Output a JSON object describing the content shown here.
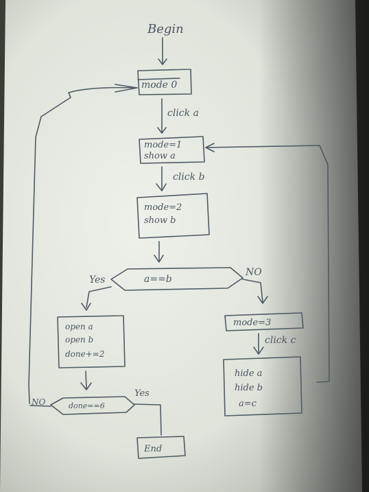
{
  "nodes": {
    "begin": "Begin",
    "mode0": "mode 0",
    "mode1_line1": "mode=1",
    "mode1_line2": "show a",
    "mode2_line1": "mode=2",
    "mode2_line2": "show b",
    "decision_ab": "a==b",
    "open_line1": "open a",
    "open_line2": "open b",
    "open_line3": "done+=2",
    "mode3": "mode=3",
    "hide_line1": "hide a",
    "hide_line2": "hide b",
    "hide_line3": "a=c",
    "decision_done": "done==6",
    "end": "End"
  },
  "edges": {
    "click_a": "click a",
    "click_b": "click b",
    "click_c": "click c",
    "yes_ab": "Yes",
    "no_ab": "NO",
    "yes_done": "Yes",
    "no_done": "NO"
  },
  "colors": {
    "paper": "#e9ece4",
    "ink": "#4e5a66"
  }
}
